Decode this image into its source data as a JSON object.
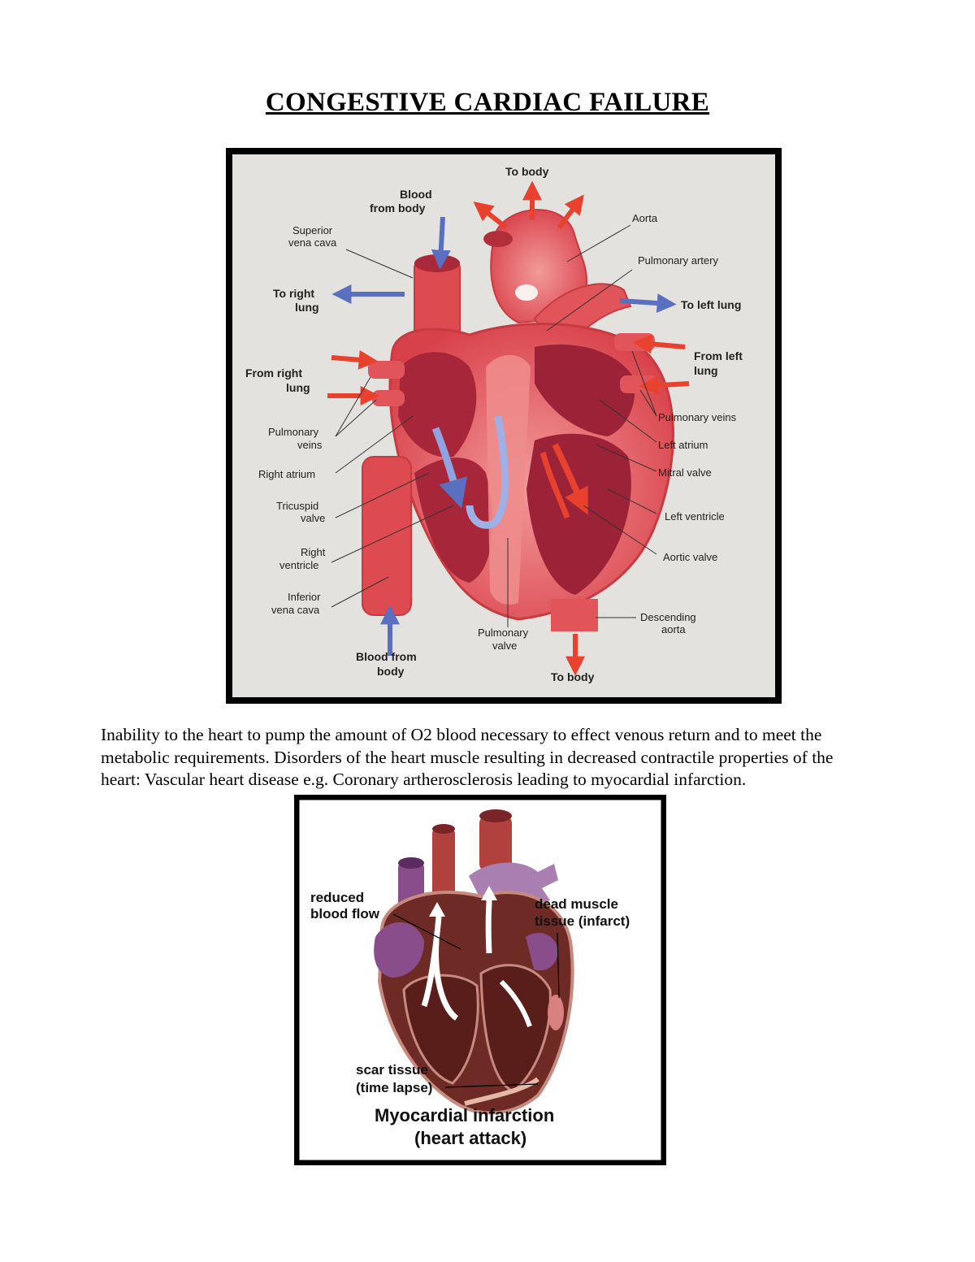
{
  "title": "CONGESTIVE CARDIAC FAILURE",
  "figure1": {
    "labels": {
      "to_body_top": "To body",
      "blood_from_body_top_1": "Blood",
      "blood_from_body_top_2": "from body",
      "superior_vena_cava_1": "Superior",
      "superior_vena_cava_2": "vena cava",
      "aorta": "Aorta",
      "pulmonary_artery": "Pulmonary artery",
      "to_right_lung_1": "To right",
      "to_right_lung_2": "lung",
      "to_left_lung": "To left lung",
      "from_left_lung_1": "From left",
      "from_left_lung_2": "lung",
      "from_right_lung_1": "From right",
      "from_right_lung_2": "lung",
      "pulmonary_veins_right": "Pulmonary veins",
      "pulmonary_veins_left_1": "Pulmonary",
      "pulmonary_veins_left_2": "veins",
      "left_atrium": "Left atrium",
      "right_atrium": "Right atrium",
      "mitral_valve": "Mitral valve",
      "tricuspid_valve_1": "Tricuspid",
      "tricuspid_valve_2": "valve",
      "left_ventricle": "Left ventricle",
      "right_ventricle_1": "Right",
      "right_ventricle_2": "ventricle",
      "aortic_valve": "Aortic valve",
      "inferior_vena_cava_1": "Inferior",
      "inferior_vena_cava_2": "vena cava",
      "descending_aorta_1": "Descending",
      "descending_aorta_2": "aorta",
      "pulmonary_valve_1": "Pulmonary",
      "pulmonary_valve_2": "valve",
      "blood_from_body_bottom_1": "Blood from",
      "blood_from_body_bottom_2": "body",
      "to_body_bottom": "To body"
    }
  },
  "paragraph": "Inability to the heart to pump the amount of O2 blood necessary to effect venous return and to meet the metabolic requirements. Disorders of the heart muscle resulting in decreased contractile properties of the heart: Vascular heart disease e.g. Coronary artherosclerosis leading to myocardial infarction.",
  "figure2": {
    "labels": {
      "reduced_blood_flow_1": "reduced",
      "reduced_blood_flow_2": "blood flow",
      "dead_muscle_1": "dead muscle",
      "dead_muscle_2": "tissue (infarct)",
      "scar_tissue_1": "scar tissue",
      "scar_tissue_2": "(time lapse)",
      "caption_1": "Myocardial infarction",
      "caption_2": "(heart attack)"
    }
  },
  "colors": {
    "heart_red": "#d9414a",
    "heart_light": "#ef8a8a",
    "chamber_dark": "#a8263a",
    "arrow_red": "#e8412e",
    "arrow_blue": "#5a6fc0",
    "muscle_brown": "#6e2a24",
    "vessel_purple": "#8a4d8c"
  }
}
